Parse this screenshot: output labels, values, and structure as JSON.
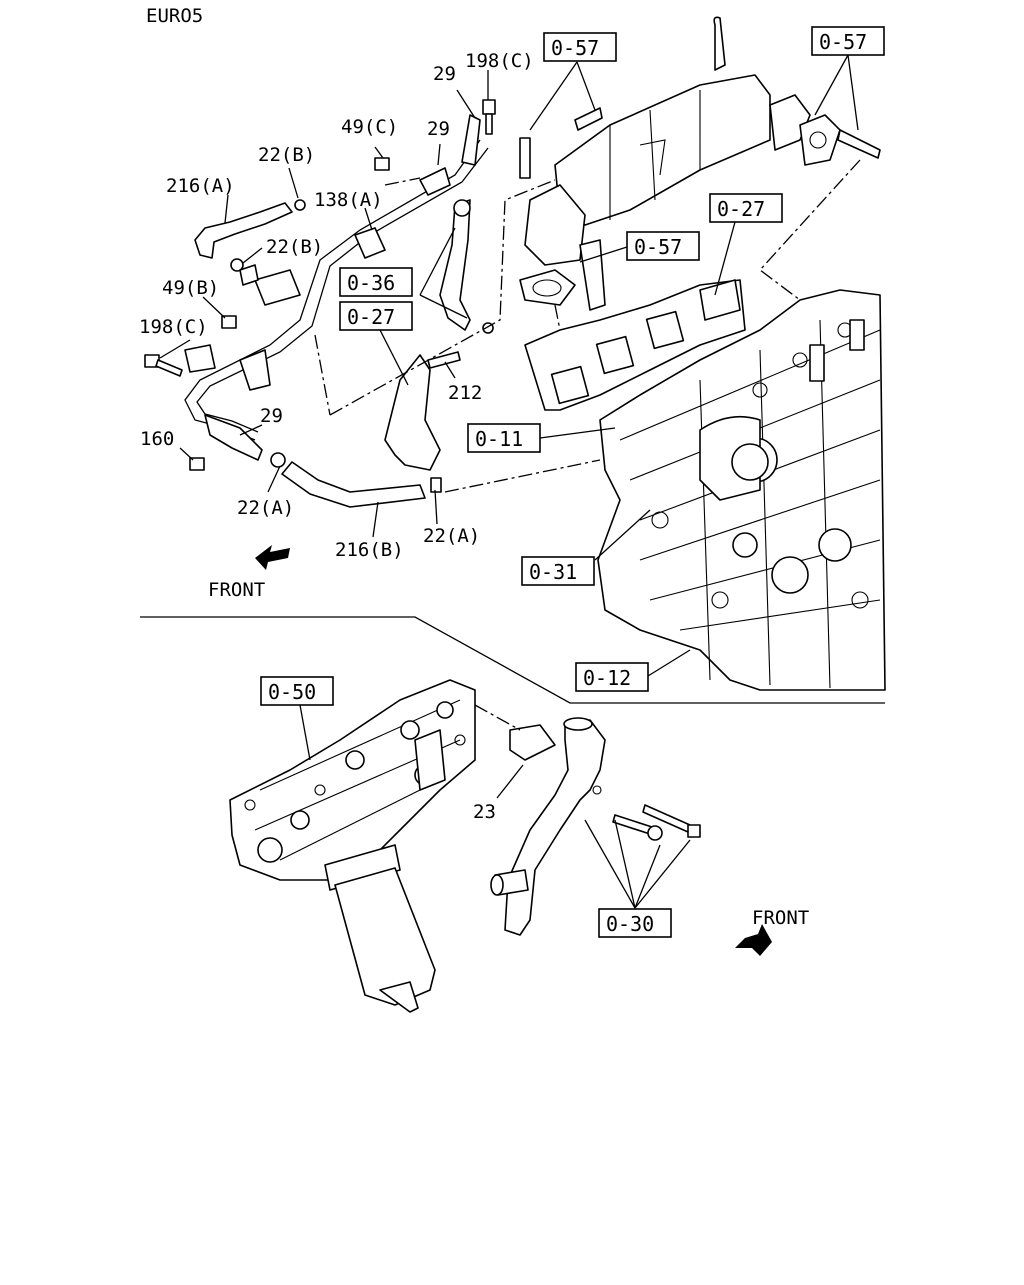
{
  "header": {
    "variant": "EURO5"
  },
  "callouts": {
    "c0_57a": "0-57",
    "c0_57b": "0-57",
    "c0_57c": "0-57",
    "c0_27a": "0-27",
    "c0_27b": "0-27",
    "c0_36": "0-36",
    "c0_11": "0-11",
    "c0_31": "0-31",
    "c0_12": "0-12",
    "c0_50": "0-50",
    "c0_30": "0-30"
  },
  "parts": {
    "p198c_top": "198(C)",
    "p29_top": "29",
    "p29_mid": "29",
    "p49c": "49(C)",
    "p22b_top": "22(B)",
    "p216a": "216(A)",
    "p138a": "138(A)",
    "p22b_mid": "22(B)",
    "p49b": "49(B)",
    "p198c_left": "198(C)",
    "p29_low": "29",
    "p160": "160",
    "p22a_left": "22(A)",
    "p216b": "216(B)",
    "p22a_right": "22(A)",
    "p212": "212",
    "p23": "23"
  },
  "direction": {
    "front_upper": "FRONT",
    "front_lower": "FRONT"
  }
}
